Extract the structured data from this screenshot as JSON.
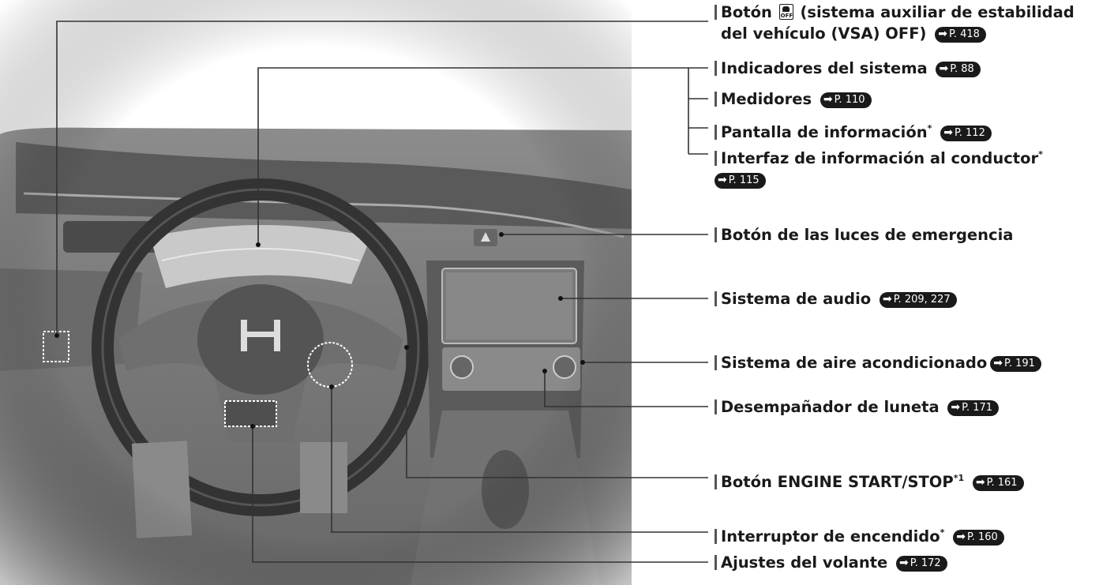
{
  "figure": {
    "alt": "Vista del tablero del vehículo",
    "callouts": [
      {
        "id": "vsa",
        "line1": "Botón",
        "icon": "vsa-off-icon",
        "line1_rest": "(sistema auxiliar de estabilidad",
        "line2": "del vehículo (VSA) OFF)",
        "ref": "P. 418"
      },
      {
        "id": "indicadores",
        "label": "Indicadores del sistema",
        "ref": "P. 88"
      },
      {
        "id": "medidores",
        "label": "Medidores",
        "ref": "P. 110"
      },
      {
        "id": "pantalla",
        "label": "Pantalla de información",
        "mark": "*",
        "ref": "P. 112"
      },
      {
        "id": "interfaz",
        "label": "Interfaz de información al conductor",
        "mark": "*",
        "ref": "P. 115"
      },
      {
        "id": "luces",
        "label": "Botón de las luces de emergencia"
      },
      {
        "id": "audio",
        "label": "Sistema de audio",
        "ref": "P. 209, 227"
      },
      {
        "id": "aire",
        "label": "Sistema de aire acondicionado",
        "ref": "P. 191"
      },
      {
        "id": "desempanador",
        "label": "Desempañador de luneta",
        "ref": "P. 171"
      },
      {
        "id": "engine",
        "label": "Botón ENGINE START/STOP",
        "mark": "*1",
        "ref": "P. 161"
      },
      {
        "id": "interruptor",
        "label": "Interruptor de encendido",
        "mark": "*",
        "ref": "P. 160"
      },
      {
        "id": "ajustes",
        "label": "Ajustes del volante",
        "ref": "P. 172"
      }
    ]
  },
  "colors": {
    "text": "#1a1a1a",
    "badge": "#1a1a1a",
    "line": "#333333"
  },
  "icons": {
    "ref_arrow": "arrow-right-icon",
    "bar": "vertical-bar-icon"
  }
}
